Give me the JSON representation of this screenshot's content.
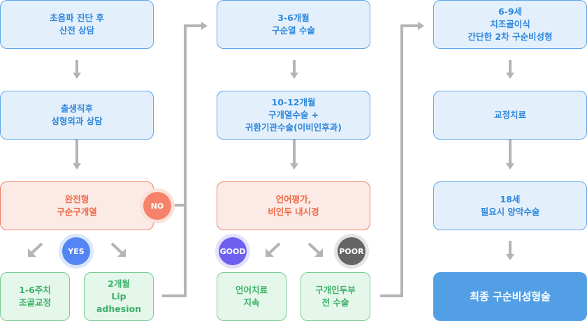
{
  "columns": [
    {
      "nodes": [
        {
          "text": "초음파 진단 후\n산전 상담",
          "kind": "info"
        },
        {
          "text": "출생직후\n성형외과 상담",
          "kind": "info"
        },
        {
          "text": "완전형\n구순구개열",
          "kind": "decision"
        }
      ],
      "decision_badge_no": "NO",
      "decision_badge_yes": "YES",
      "outcomes": [
        {
          "text": "1-6주치\n조골교정",
          "kind": "outcome"
        },
        {
          "text": "2개월\nLip\nadhesion",
          "kind": "outcome"
        }
      ]
    },
    {
      "nodes": [
        {
          "text": "3-6개월\n구순열 수술",
          "kind": "info"
        },
        {
          "text": "10-12개월\n구개열수술 +\n귀환기관수술(이비인후과)",
          "kind": "info"
        },
        {
          "text": "언어평가,\n비인두 내시경",
          "kind": "decision"
        }
      ],
      "badge_good": "GOOD",
      "badge_poor": "POOR",
      "outcomes": [
        {
          "text": "언어치료\n지속",
          "kind": "outcome"
        },
        {
          "text": "구개인두부\n전 수술",
          "kind": "outcome"
        }
      ]
    },
    {
      "nodes": [
        {
          "text": "6-9세\n치조골이식\n간단한 2차 구순비성형",
          "kind": "info"
        },
        {
          "text": "교정치료",
          "kind": "info"
        },
        {
          "text": "18세\n필요시 양악수술",
          "kind": "info"
        },
        {
          "text": "최종 구순비성형술",
          "kind": "final"
        }
      ]
    }
  ],
  "colors": {
    "info_bg": "#e3f0fc",
    "info_text": "#2f87dc",
    "decision_bg": "#fbeae6",
    "decision_text": "#f26a46",
    "outcome_bg": "#e5f6ea",
    "outcome_text": "#3bb268",
    "final_bg": "#539fe6",
    "connector": "#b4b4b4"
  }
}
